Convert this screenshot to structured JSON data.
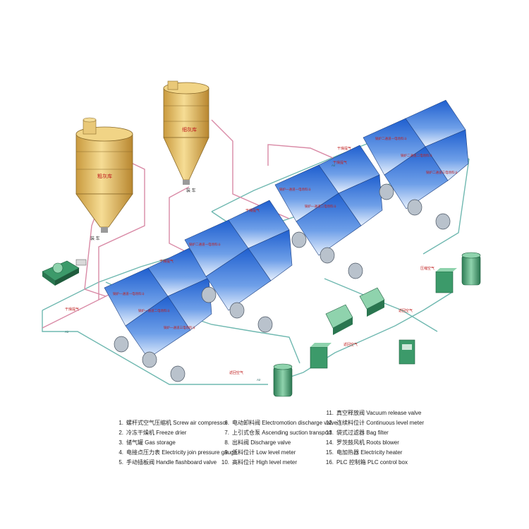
{
  "silos": [
    {
      "label": "粗灰库",
      "unloading": "装 车"
    },
    {
      "label": "细灰库",
      "unloading": "装 车"
    }
  ],
  "pipe_labels": {
    "dry_air": "干燥提气",
    "compressed_air": "压缩空气",
    "return_air": "返回空气",
    "air": "Air"
  },
  "hopper_labels": [
    "锅炉一通道一电场料斗",
    "锅炉一通道二电场料斗",
    "锅炉一通道三电场料斗"
  ],
  "hopper_labels_alt": [
    "锅炉二通道一电场料斗",
    "锅炉二通道二电场料斗",
    "锅炉二通道三电场料斗"
  ],
  "legend": [
    {
      "num": "1.",
      "cn": "螺杆式空气压缩机",
      "en": "Screw air compressor"
    },
    {
      "num": "2.",
      "cn": "冷冻干燥机",
      "en": "Freeze drier"
    },
    {
      "num": "3.",
      "cn": "储气罐",
      "en": "Gas storage"
    },
    {
      "num": "4.",
      "cn": "电接点压力表",
      "en": "Electricity join pressure gauge"
    },
    {
      "num": "5.",
      "cn": "手动插板阀",
      "en": "Handle flashboard valve"
    },
    {
      "num": "6.",
      "cn": "电动卸料阀",
      "en": "Electromotion discharge valve"
    },
    {
      "num": "7.",
      "cn": "上引式仓泵",
      "en": "Ascending suction transport"
    },
    {
      "num": "8.",
      "cn": "出料阀",
      "en": "Discharge valve"
    },
    {
      "num": "9.",
      "cn": "低料位计",
      "en": "Low level meter"
    },
    {
      "num": "10.",
      "cn": "高料位计",
      "en": "High level meter"
    },
    {
      "num": "11.",
      "cn": "真空释放阀",
      "en": "Vacuum release valve"
    },
    {
      "num": "12.",
      "cn": "连续料位计",
      "en": "Continuous level meter"
    },
    {
      "num": "13.",
      "cn": "袋式过滤器",
      "en": "Bag filter"
    },
    {
      "num": "14.",
      "cn": "罗茨鼓风机",
      "en": "Roots blower"
    },
    {
      "num": "15.",
      "cn": "电加热器",
      "en": "Electricity heater"
    },
    {
      "num": "16.",
      "cn": "PLC 控制箱",
      "en": "PLC control box"
    }
  ],
  "colors": {
    "pipe_air": "#6fb8b0",
    "pipe_ash": "#d98aa6",
    "hopper_top": "#1f5fcf",
    "hopper_bottom": "#dbe8fb",
    "silo_body": "#e7c46a",
    "equipment_green": "#3c9a6a"
  }
}
